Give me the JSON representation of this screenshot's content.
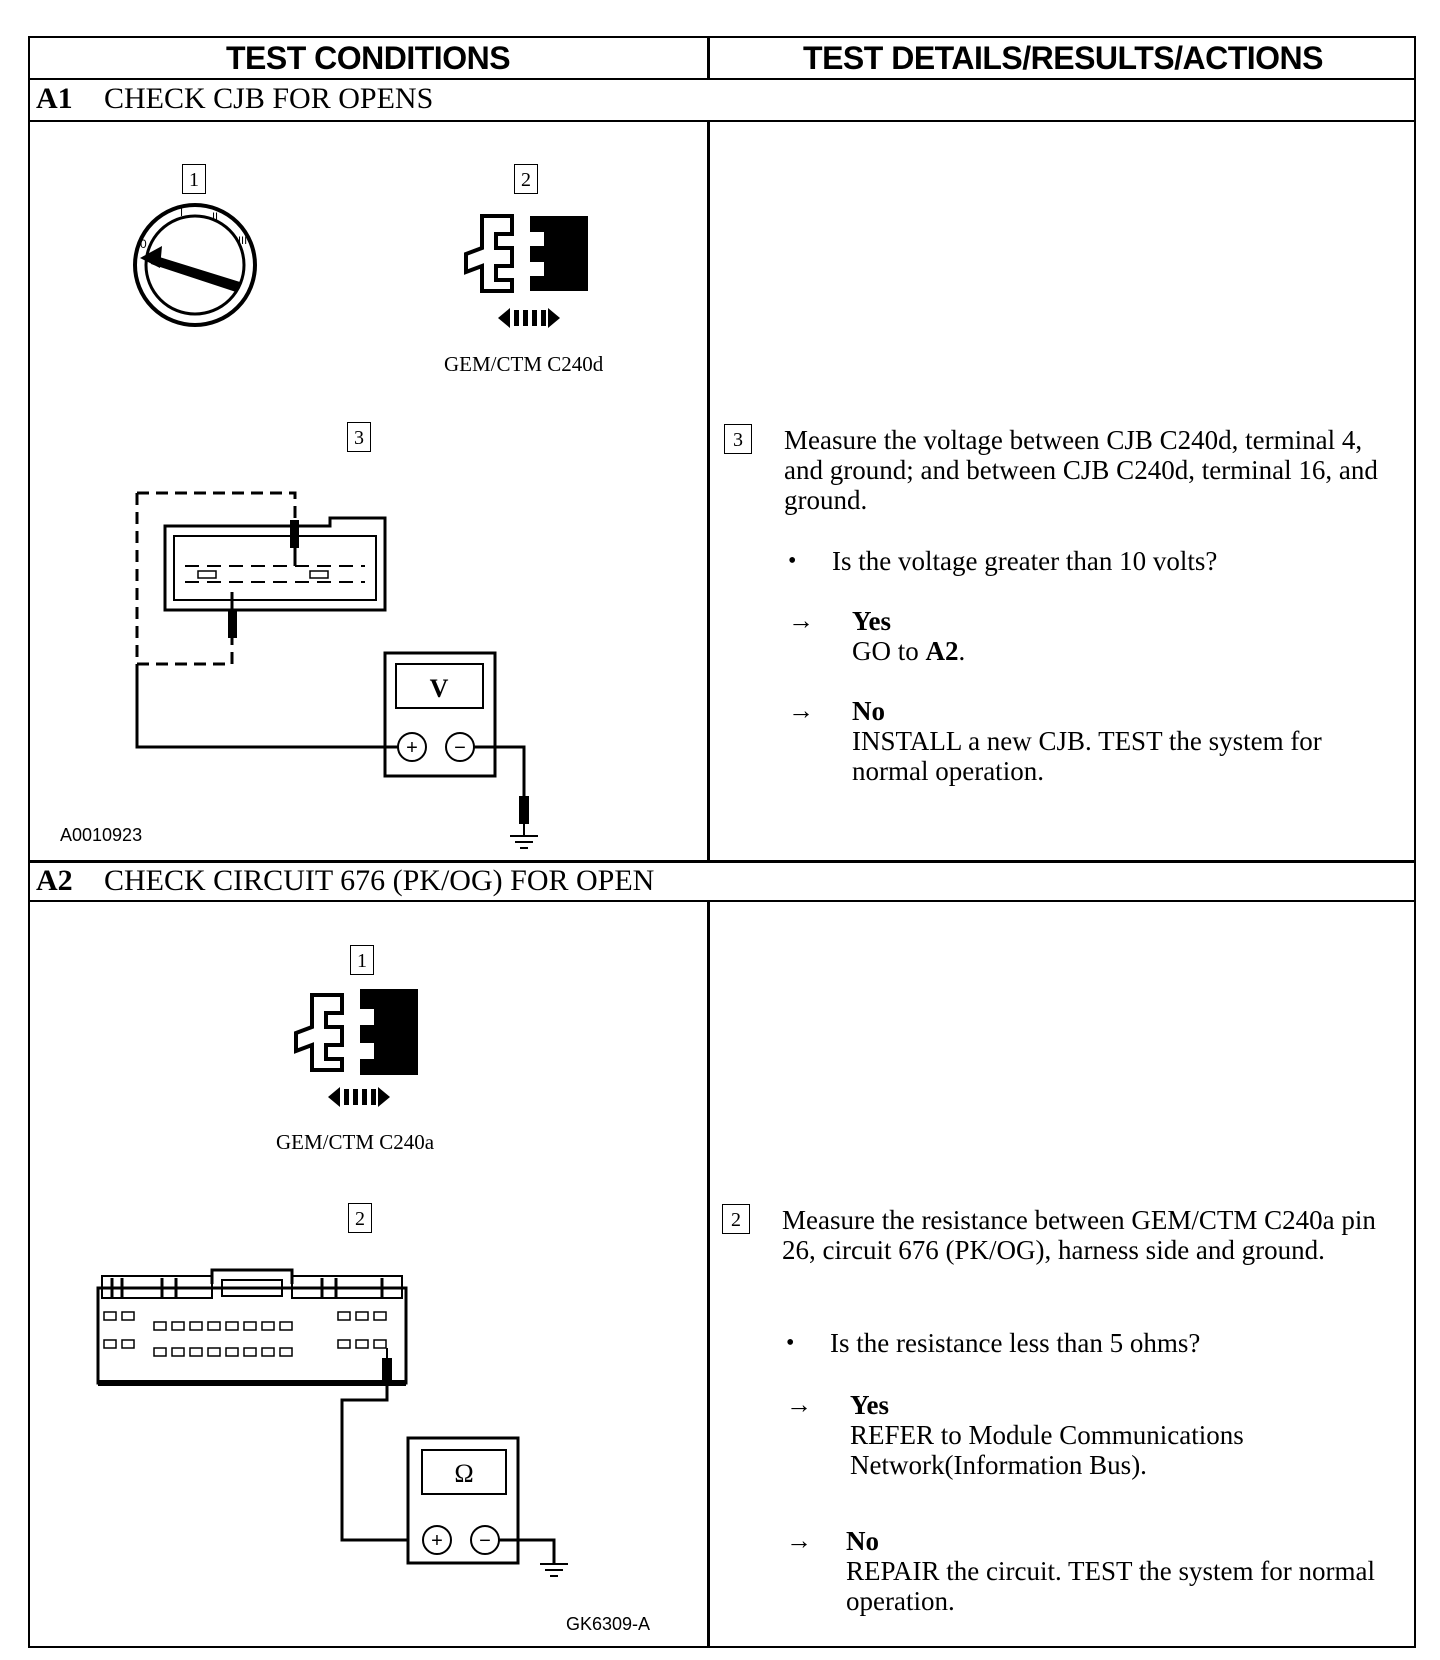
{
  "header": {
    "left": "TEST CONDITIONS",
    "right": "TEST DETAILS/RESULTS/ACTIONS"
  },
  "sections": [
    {
      "id": "A1",
      "title": "CHECK CJB FOR OPENS",
      "steps_left": [
        "1",
        "2",
        "3"
      ],
      "connector_caption": "GEM/CTM C240d",
      "meter_label": "V",
      "meter_plus": "+",
      "meter_minus": "−",
      "figure_code": "A0010923",
      "key_positions": [
        "0",
        "I",
        "II",
        "III"
      ],
      "step_ref": "3",
      "instruction": "Measure the voltage between CJB C240d, terminal 4, and ground; and between CJB C240d, terminal 16, and ground.",
      "bullet": "•",
      "question": "Is the voltage greater than 10 volts?",
      "arrow": "→",
      "yes_label": "Yes",
      "yes_text_prefix": "GO to ",
      "yes_text_bold": "A2",
      "yes_text_suffix": ".",
      "no_label": "No",
      "no_text": "INSTALL a new CJB. TEST the system for normal operation."
    },
    {
      "id": "A2",
      "title": "CHECK CIRCUIT 676 (PK/OG) FOR OPEN",
      "steps_left": [
        "1",
        "2"
      ],
      "connector_caption": "GEM/CTM C240a",
      "meter_label": "Ω",
      "meter_plus": "+",
      "meter_minus": "−",
      "figure_code": "GK6309-A",
      "step_ref": "2",
      "instruction": "Measure the resistance between GEM/CTM C240a pin 26, circuit 676 (PK/OG), harness side and ground.",
      "bullet": "•",
      "question": "Is the resistance less than 5 ohms?",
      "arrow": "→",
      "yes_label": "Yes",
      "yes_text": "REFER to Module Communications Network(Information Bus).",
      "no_label": "No",
      "no_text": "REPAIR the circuit. TEST the system for normal operation."
    }
  ]
}
